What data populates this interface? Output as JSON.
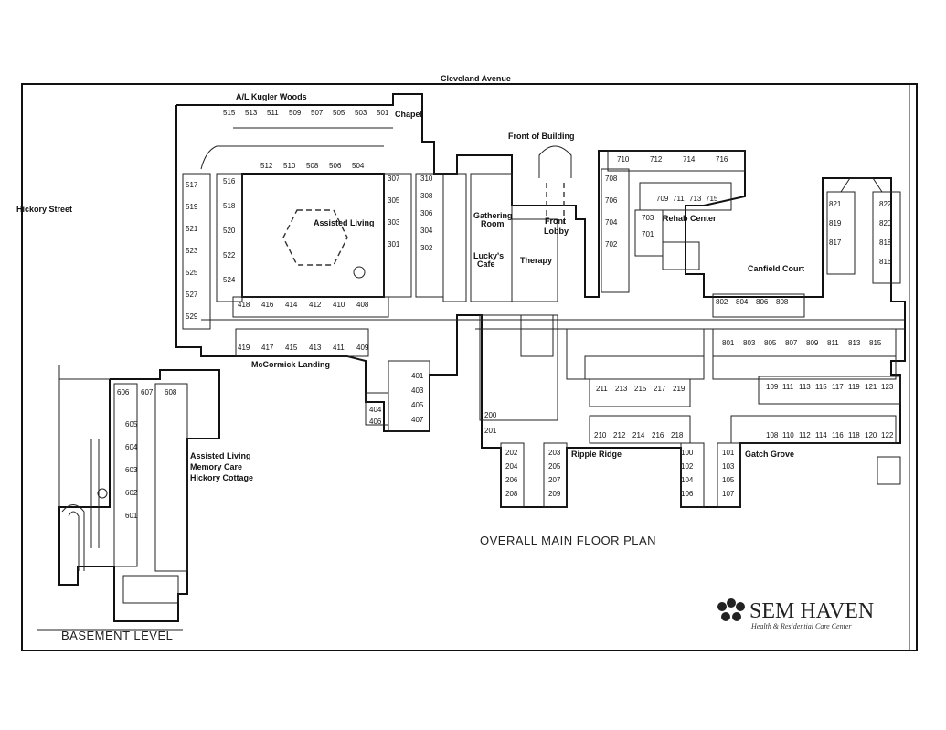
{
  "streets": {
    "north": "Cleveland Avenue",
    "west": "Hickory Street"
  },
  "areas": {
    "kugler": "A/L Kugler Woods",
    "chapel": "Chapel",
    "front_building": "Front of Building",
    "assisted_living": "Assisted Living",
    "gathering_1": "Gathering",
    "gathering_2": "Room",
    "front_1": "Front",
    "front_2": "Lobby",
    "cafe_1": "Lucky's",
    "cafe_2": "Cafe",
    "therapy": "Therapy",
    "rehab": "Rehab Center",
    "canfield": "Canfield Court",
    "mccormick": "McCormick Landing",
    "ripple": "Ripple Ridge",
    "gatch": "Gatch Grove",
    "hickory_1": "Assisted Living",
    "hickory_2": "Memory Care",
    "hickory_3": "Hickory Cottage"
  },
  "titles": {
    "main": "OVERALL MAIN FLOOR PLAN",
    "basement": "BASEMENT LEVEL"
  },
  "logo": {
    "name": "SEM HAVEN",
    "tagline": "Health & Residential Care Center"
  },
  "rooms": {
    "w500_top": [
      "515",
      "513",
      "511",
      "509",
      "507",
      "505",
      "503",
      "501"
    ],
    "w500_mid": [
      "512",
      "510",
      "508",
      "506",
      "504"
    ],
    "w500_left": [
      "517",
      "519",
      "521",
      "523",
      "525",
      "527",
      "529"
    ],
    "w500_inner": [
      "516",
      "518",
      "520",
      "522",
      "524"
    ],
    "w400_a": [
      "418",
      "416",
      "414",
      "412",
      "410",
      "408"
    ],
    "w400_b": [
      "419",
      "417",
      "415",
      "413",
      "411",
      "409"
    ],
    "w400_c": [
      "401",
      "403",
      "405",
      "407"
    ],
    "w400_d": [
      "404",
      "406"
    ],
    "w300_a": [
      "307",
      "305",
      "303",
      "301"
    ],
    "w300_b": [
      "310",
      "308",
      "306",
      "304",
      "302"
    ],
    "w700_top": [
      "710",
      "712",
      "714",
      "716"
    ],
    "w700_mid": [
      "709",
      "711",
      "713",
      "715"
    ],
    "w700_left": [
      "708",
      "706",
      "704",
      "702"
    ],
    "w700_in": [
      "703",
      "701"
    ],
    "w800_a": [
      "802",
      "804",
      "806",
      "808"
    ],
    "w800_b": [
      "801",
      "803",
      "805",
      "807",
      "809",
      "811",
      "813",
      "815"
    ],
    "w800_l": [
      "821",
      "819",
      "817"
    ],
    "w800_r": [
      "822",
      "820",
      "818",
      "816"
    ],
    "w200_a": [
      "211",
      "213",
      "215",
      "217",
      "219"
    ],
    "w200_b": [
      "210",
      "212",
      "214",
      "216",
      "218"
    ],
    "w200_c": [
      "200",
      "201"
    ],
    "w200_d": [
      "202",
      "204",
      "206",
      "208"
    ],
    "w200_e": [
      "203",
      "205",
      "207",
      "209"
    ],
    "w100_a": [
      "109",
      "111",
      "113",
      "115",
      "117",
      "119",
      "121",
      "123"
    ],
    "w100_b": [
      "108",
      "110",
      "112",
      "114",
      "116",
      "118",
      "120",
      "122"
    ],
    "w100_c": [
      "100",
      "102",
      "104",
      "106"
    ],
    "w100_d": [
      "101",
      "103",
      "105",
      "107"
    ],
    "w600_a": [
      "606",
      "607",
      "608"
    ],
    "w600_b": [
      "605",
      "604",
      "603",
      "602",
      "601"
    ]
  }
}
